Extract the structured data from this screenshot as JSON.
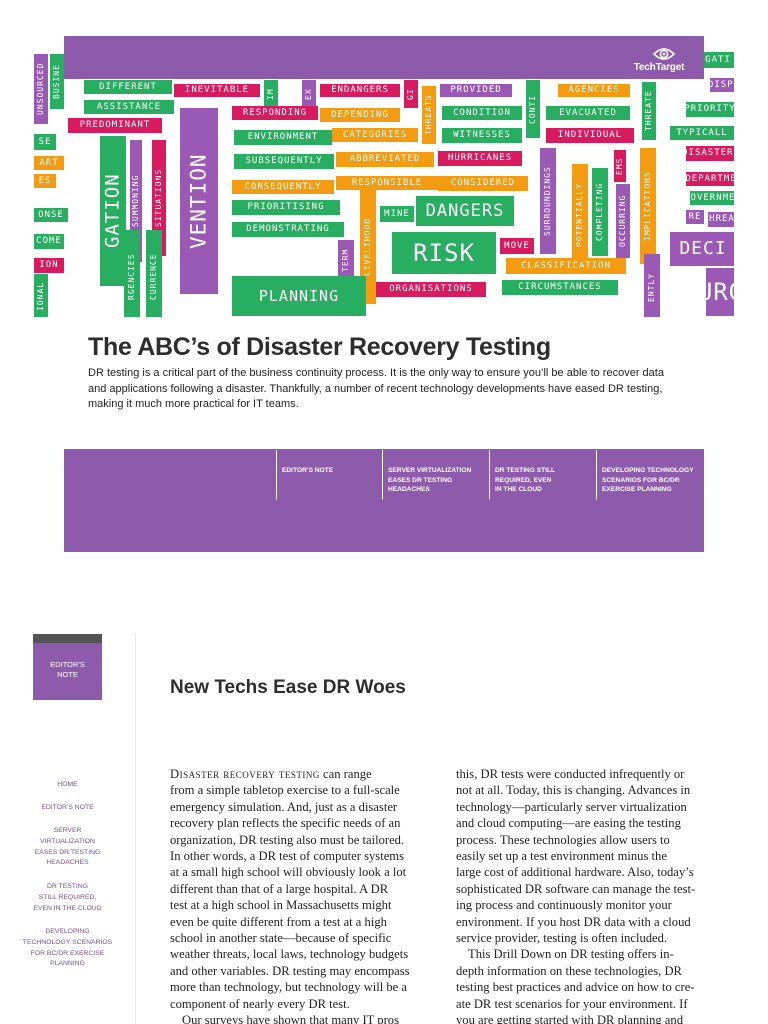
{
  "brand": {
    "name": "TechTarget",
    "color_primary": "#8d5aac"
  },
  "banner": {
    "words": [
      {
        "text": "UNSOURCED",
        "color": "#9b59b6"
      },
      {
        "text": "BUSINE",
        "color": "#27ae60"
      },
      {
        "text": "DIFFERENT",
        "color": "#27ae60"
      },
      {
        "text": "INEVITABLE",
        "color": "#d81b60"
      },
      {
        "text": "IM",
        "color": "#27ae60"
      },
      {
        "text": "EX",
        "color": "#9b59b6"
      },
      {
        "text": "ENDANGERS",
        "color": "#d81b60"
      },
      {
        "text": "GI",
        "color": "#d81b60"
      },
      {
        "text": "PROVIDED",
        "color": "#9b59b6"
      },
      {
        "text": "AGENCIES",
        "color": "#f39c12"
      },
      {
        "text": "GATI",
        "color": "#27ae60"
      },
      {
        "text": "DISPO",
        "color": "#9b59b6"
      },
      {
        "text": "ASSISTANCE",
        "color": "#27ae60"
      },
      {
        "text": "RESPONDING",
        "color": "#d81b60"
      },
      {
        "text": "DEPENDING",
        "color": "#f39c12"
      },
      {
        "text": "THREATS",
        "color": "#f39c12"
      },
      {
        "text": "CONDITION",
        "color": "#27ae60"
      },
      {
        "text": "CONTI",
        "color": "#27ae60"
      },
      {
        "text": "EVACUATED",
        "color": "#27ae60"
      },
      {
        "text": "THREATE",
        "color": "#27ae60"
      },
      {
        "text": "PRIORITY",
        "color": "#27ae60"
      },
      {
        "text": "PREDOMINANT",
        "color": "#d81b60"
      },
      {
        "text": "ENVIRONMENT",
        "color": "#27ae60"
      },
      {
        "text": "CATEGORIES",
        "color": "#f39c12"
      },
      {
        "text": "WITNESSES",
        "color": "#27ae60"
      },
      {
        "text": "INDIVIDUAL",
        "color": "#d81b60"
      },
      {
        "text": "TYPICALL",
        "color": "#27ae60"
      },
      {
        "text": "SE",
        "color": "#27ae60"
      },
      {
        "text": "GATION",
        "color": "#27ae60"
      },
      {
        "text": "SUMMONING",
        "color": "#9b59b6"
      },
      {
        "text": "SITUATIONS",
        "color": "#d81b60"
      },
      {
        "text": "VENTION",
        "color": "#9b59b6"
      },
      {
        "text": "SUBSEQUENTLY",
        "color": "#27ae60"
      },
      {
        "text": "ABBREVIATED",
        "color": "#f39c12"
      },
      {
        "text": "HURRICANES",
        "color": "#d81b60"
      },
      {
        "text": "SURROUNDINGS",
        "color": "#9b59b6"
      },
      {
        "text": "POTENTIALLY",
        "color": "#f39c12"
      },
      {
        "text": "COMPLETING",
        "color": "#27ae60"
      },
      {
        "text": "EMS",
        "color": "#d81b60"
      },
      {
        "text": "IMPLICATIONS",
        "color": "#f39c12"
      },
      {
        "text": "DISASTERS",
        "color": "#d81b60"
      },
      {
        "text": "ART",
        "color": "#f39c12"
      },
      {
        "text": "ES",
        "color": "#f39c12"
      },
      {
        "text": "CONSEQUENTLY",
        "color": "#f39c12"
      },
      {
        "text": "RESPONSIBLE",
        "color": "#f39c12"
      },
      {
        "text": "CONSIDERED",
        "color": "#f39c12"
      },
      {
        "text": "OCCURRING",
        "color": "#9b59b6"
      },
      {
        "text": "DEPARTME",
        "color": "#d81b60"
      },
      {
        "text": "PRIORITISING",
        "color": "#27ae60"
      },
      {
        "text": "LIVELIHOOD",
        "color": "#f39c12"
      },
      {
        "text": "DANGERS",
        "color": "#27ae60"
      },
      {
        "text": "GOVERNMEN",
        "color": "#27ae60"
      },
      {
        "text": "ONSE",
        "color": "#27ae60"
      },
      {
        "text": "RGENCIES",
        "color": "#27ae60"
      },
      {
        "text": "CURRENCE",
        "color": "#27ae60"
      },
      {
        "text": "DEMONSTRATING",
        "color": "#27ae60"
      },
      {
        "text": "MINE",
        "color": "#27ae60"
      },
      {
        "text": "RE",
        "color": "#9b59b6"
      },
      {
        "text": "THREAT",
        "color": "#9b59b6"
      },
      {
        "text": "COME",
        "color": "#27ae60"
      },
      {
        "text": "TERM",
        "color": "#9b59b6"
      },
      {
        "text": "RISK",
        "color": "#27ae60"
      },
      {
        "text": "MOVE",
        "color": "#d81b60"
      },
      {
        "text": "ENTLY",
        "color": "#9b59b6"
      },
      {
        "text": "DECI",
        "color": "#9b59b6"
      },
      {
        "text": "ION",
        "color": "#d81b60"
      },
      {
        "text": "CLASSIFICATION",
        "color": "#f39c12"
      },
      {
        "text": "IONAL",
        "color": "#27ae60"
      },
      {
        "text": "PLANNING",
        "color": "#27ae60"
      },
      {
        "text": "ORGANISATIONS",
        "color": "#d81b60"
      },
      {
        "text": "CIRCUMSTANCES",
        "color": "#27ae60"
      },
      {
        "text": "URG",
        "color": "#9b59b6"
      }
    ]
  },
  "title": "The ABC’s of Disaster Recovery Testing",
  "intro": "DR testing is a critical part of the business continuity process. It is the only way to ensure you’ll be able to recover data and applications following a disaster. Thankfully, a number of recent technology developments have eased DR testing, making it much more practical for IT teams.",
  "nav": [
    {
      "lines": [
        "EDITOR’S NOTE"
      ]
    },
    {
      "lines": [
        "SERVER VIRTUALIZATION",
        "EASES DR TESTING",
        "HEADACHES"
      ]
    },
    {
      "lines": [
        "DR TESTING STILL",
        "REQUIRED, EVEN",
        "IN THE CLOUD"
      ]
    },
    {
      "lines": [
        "DEVELOPING TECHNOLOGY",
        "SCENARIOS FOR BC/DR",
        "EXERCISE PLANNING"
      ]
    }
  ],
  "sidebar": {
    "active_tab": [
      "EDITOR’S",
      "NOTE"
    ],
    "links": [
      {
        "lines": [
          "HOME"
        ]
      },
      {
        "lines": [
          "EDITOR’S NOTE"
        ]
      },
      {
        "lines": [
          "SERVER",
          "VIRTUALIZATION",
          "EASES DR TESTING",
          "HEADACHES"
        ]
      },
      {
        "lines": [
          "DR TESTING",
          "STILL REQUIRED,",
          "EVEN IN THE CLOUD"
        ]
      },
      {
        "lines": [
          "DEVELOPING",
          "TECHNOLOGY SCENARIOS",
          "FOR BC/DR EXERCISE",
          "PLANNING"
        ]
      }
    ]
  },
  "article": {
    "headline": "New Techs Ease DR Woes",
    "lead_in": "Disaster recovery testing",
    "col1_lines": [
      " can range",
      "from a simple tabletop exercise to a full-scale",
      "emergency simulation. And, just as a disaster",
      "recovery plan reflects the specific needs of an",
      "organization, DR testing also must be tailored.",
      "In other words, a DR test of computer systems",
      "at a small high school will obviously look a lot",
      "different than that of a large hospital. A DR",
      "test at a high school in Massachusetts might",
      "even be quite different from a test at a high",
      "school in another state—because of specific",
      "weather threats, local laws, technology budgets",
      "and other variables. DR testing may encompass",
      "more than technology, but technology will be a",
      "component of nearly every DR test.",
      "Our surveys have shown that many IT pros"
    ],
    "col2_lines": [
      "this, DR tests were conducted infrequently or",
      "not at all. Today, this is changing. Advances in",
      "technology—particularly server virtualization",
      "and cloud computing—are easing the testing",
      "process. These technologies allow users to",
      "easily set up a test environment minus the",
      "large cost of additional hardware. Also, today’s",
      "sophisticated DR software can manage the test-",
      "ing process and continuously monitor your",
      "environment. If you host DR data with a cloud",
      "service provider, testing is often included.",
      "This Drill Down on DR testing offers in-",
      "depth information on these technologies, DR",
      "testing best practices and advice on how to cre-",
      "ate DR test scenarios for your environment. If",
      "you are getting started with DR planning and"
    ]
  }
}
